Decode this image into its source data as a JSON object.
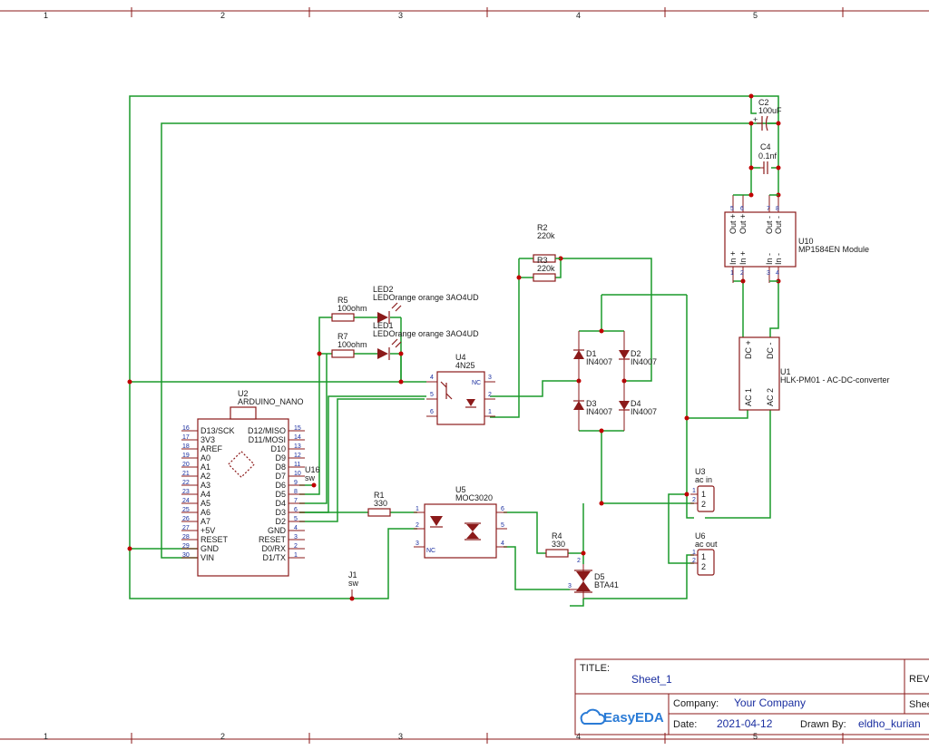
{
  "border": {
    "columns": [
      "1",
      "2",
      "3",
      "4",
      "5"
    ]
  },
  "title_block": {
    "title_label": "TITLE:",
    "title_value": "Sheet_1",
    "rev_label": "REV",
    "company_label": "Company:",
    "company_value": "Your Company",
    "sheet_label": "Shee",
    "date_label": "Date:",
    "date_value": "2021-04-12",
    "drawn_label": "Drawn By:",
    "drawn_value": "eldho_kurian",
    "logo_text": "EasyEDA"
  },
  "components": {
    "c2": {
      "ref": "C2",
      "value": "100uF",
      "plus": "+"
    },
    "c4": {
      "ref": "C4",
      "value": "0.1nf"
    },
    "u10": {
      "ref": "U10",
      "value": "MP1584EN Module",
      "out_pins": [
        "Out +",
        "Out +",
        "Out -",
        "Out -"
      ],
      "in_pins": [
        "In +",
        "In +",
        "In -",
        "In -"
      ],
      "top_nums": [
        "5",
        "6",
        "7",
        "8"
      ],
      "bot_nums": [
        "1",
        "2",
        "3",
        "4"
      ]
    },
    "u1": {
      "ref": "U1",
      "value": "HLK-PM01 - AC-DC-converter",
      "pins": [
        "DC +",
        "DC -",
        "AC 1",
        "AC 2"
      ]
    },
    "r2": {
      "ref": "R2",
      "value": "220k"
    },
    "r3": {
      "ref": "R3",
      "value": "220k"
    },
    "r5": {
      "ref": "R5",
      "value": "100ohm"
    },
    "r7": {
      "ref": "R7",
      "value": "100ohm"
    },
    "led2": {
      "ref": "LED2",
      "value": "LEDOrange orange 3AO4UD"
    },
    "led1": {
      "ref": "LED1",
      "value": "LEDOrange orange 3AO4UD"
    },
    "u4": {
      "ref": "U4",
      "value": "4N25",
      "nc": "NC",
      "pins": [
        "4",
        "5",
        "6",
        "3",
        "2",
        "1"
      ]
    },
    "d1": {
      "ref": "D1",
      "value": "IN4007"
    },
    "d2": {
      "ref": "D2",
      "value": "IN4007"
    },
    "d3": {
      "ref": "D3",
      "value": "IN4007"
    },
    "d4": {
      "ref": "D4",
      "value": "IN4007"
    },
    "u2": {
      "ref": "U2",
      "value": "ARDUINO_NANO",
      "left_nums": [
        "16",
        "17",
        "18",
        "19",
        "20",
        "21",
        "22",
        "23",
        "24",
        "25",
        "26",
        "27",
        "28",
        "29",
        "30"
      ],
      "left_labels": [
        "D13/SCK",
        "3V3",
        "AREF",
        "A0",
        "A1",
        "A2",
        "A3",
        "A4",
        "A5",
        "A6",
        "A7",
        "+5V",
        "RESET",
        "GND",
        "VIN"
      ],
      "right_labels": [
        "D12/MISO",
        "D11/MOSI",
        "D10",
        "D9",
        "D8",
        "D7",
        "D6",
        "D5",
        "D4",
        "D3",
        "D2",
        "GND",
        "RESET",
        "D0/RX",
        "D1/TX"
      ],
      "right_nums": [
        "15",
        "14",
        "13",
        "12",
        "11",
        "10",
        "9",
        "8",
        "7",
        "6",
        "5",
        "4",
        "3",
        "2",
        "1"
      ]
    },
    "u16": {
      "ref": "U16",
      "value": "sw"
    },
    "r1": {
      "ref": "R1",
      "value": "330"
    },
    "u5": {
      "ref": "U5",
      "value": "MOC3020",
      "nc": "NC",
      "pins": [
        "1",
        "2",
        "3",
        "6",
        "5",
        "4"
      ]
    },
    "r4": {
      "ref": "R4",
      "value": "330"
    },
    "d5": {
      "ref": "D5",
      "value": "BTA41",
      "pins": [
        "2",
        "3"
      ]
    },
    "u3": {
      "ref": "U3",
      "value": "ac in",
      "pins": [
        "1",
        "2"
      ]
    },
    "u6": {
      "ref": "U6",
      "value": "ac out",
      "pins": [
        "1",
        "2"
      ]
    },
    "j1": {
      "ref": "J1",
      "value": "sw"
    }
  }
}
